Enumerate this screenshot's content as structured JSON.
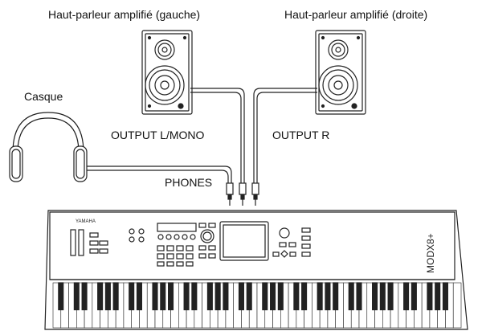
{
  "labels": {
    "left_speaker": "Haut-parleur amplifié (gauche)",
    "right_speaker": "Haut-parleur amplifié (droite)",
    "headphones": "Casque",
    "output_l_mono": "OUTPUT L/MONO",
    "output_r": "OUTPUT R",
    "phones": "PHONES"
  },
  "keyboard": {
    "brand": "YAMAHA",
    "model": "MODX8+"
  },
  "colors": {
    "line": "#222222",
    "fill": "#ffffff",
    "cable": "#ffffff"
  },
  "icons": [
    "powered-speaker-icon",
    "headphones-icon",
    "keyboard-icon",
    "jack-plug-icon"
  ]
}
